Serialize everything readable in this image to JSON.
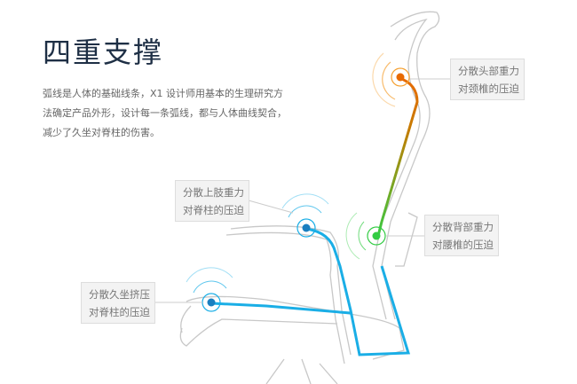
{
  "title": "四重支撑",
  "description": "弧线是人体的基础线条，X1 设计师用基本的生理研究方法确定产品外形，设计每一条弧线，都与人体曲线契合，减少了久坐对脊柱的伤害。",
  "callouts": [
    {
      "line1": "分散头部重力",
      "line2": "对颈椎的压迫",
      "color": "#f08a00"
    },
    {
      "line1": "分散背部重力",
      "line2": "对腰椎的压迫",
      "color": "#33cc44"
    },
    {
      "line1": "分散上肢重力",
      "line2": "对脊柱的压迫",
      "color": "#1a9fd6"
    },
    {
      "line1": "分散久坐挤压",
      "line2": "对脊柱的压迫",
      "color": "#1a9fd6"
    }
  ]
}
